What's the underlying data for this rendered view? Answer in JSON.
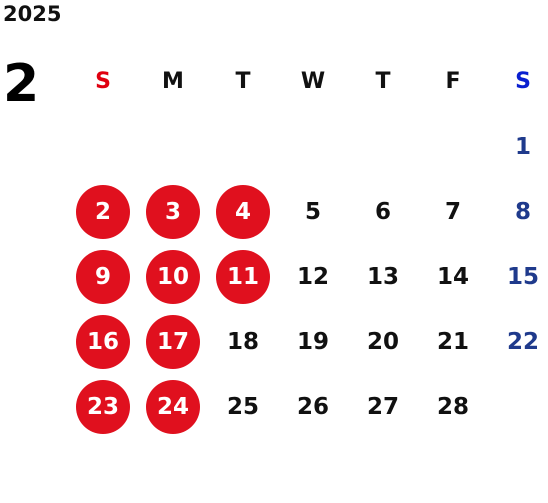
{
  "year": "2025",
  "month": "2",
  "colors": {
    "sunday": "#e00010",
    "saturday": "#0a1fd0",
    "saturday_dates": "#1f3a8c",
    "highlight": "#e0101e"
  },
  "weekdays": [
    "S",
    "M",
    "T",
    "W",
    "T",
    "F",
    "S"
  ],
  "weeks": [
    [
      null,
      null,
      null,
      null,
      null,
      null,
      {
        "day": "1",
        "type": "sat"
      }
    ],
    [
      {
        "day": "2",
        "type": "highlight"
      },
      {
        "day": "3",
        "type": "highlight"
      },
      {
        "day": "4",
        "type": "highlight"
      },
      {
        "day": "5",
        "type": "normal"
      },
      {
        "day": "6",
        "type": "normal"
      },
      {
        "day": "7",
        "type": "normal"
      },
      {
        "day": "8",
        "type": "sat"
      }
    ],
    [
      {
        "day": "9",
        "type": "highlight"
      },
      {
        "day": "10",
        "type": "highlight"
      },
      {
        "day": "11",
        "type": "highlight"
      },
      {
        "day": "12",
        "type": "normal"
      },
      {
        "day": "13",
        "type": "normal"
      },
      {
        "day": "14",
        "type": "normal"
      },
      {
        "day": "15",
        "type": "sat"
      }
    ],
    [
      {
        "day": "16",
        "type": "highlight"
      },
      {
        "day": "17",
        "type": "highlight"
      },
      {
        "day": "18",
        "type": "normal"
      },
      {
        "day": "19",
        "type": "normal"
      },
      {
        "day": "20",
        "type": "normal"
      },
      {
        "day": "21",
        "type": "normal"
      },
      {
        "day": "22",
        "type": "sat"
      }
    ],
    [
      {
        "day": "23",
        "type": "highlight"
      },
      {
        "day": "24",
        "type": "highlight"
      },
      {
        "day": "25",
        "type": "normal"
      },
      {
        "day": "26",
        "type": "normal"
      },
      {
        "day": "27",
        "type": "normal"
      },
      {
        "day": "28",
        "type": "normal"
      },
      null
    ]
  ]
}
